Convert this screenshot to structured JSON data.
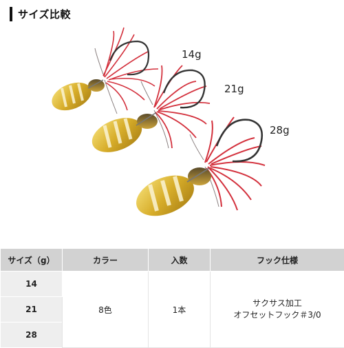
{
  "heading": "サイズ比較",
  "weights": [
    "14g",
    "21g",
    "28g"
  ],
  "table": {
    "headers": [
      "サイズ（g）",
      "カラー",
      "入数",
      "フック仕様"
    ],
    "sizes": [
      "14",
      "21",
      "28"
    ],
    "color_count": "8色",
    "quantity": "1本",
    "hook_line1": "サクサス加工",
    "hook_line2": "オフセットフック＃3/0"
  }
}
